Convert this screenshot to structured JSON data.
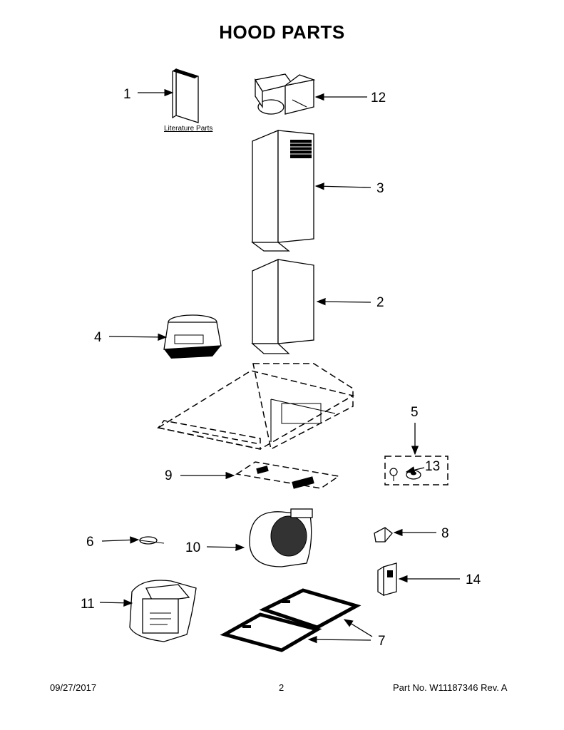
{
  "title": "HOOD PARTS",
  "literature_label": "Literature Parts",
  "callouts": {
    "c1": "1",
    "c2": "2",
    "c3": "3",
    "c4": "4",
    "c5": "5",
    "c6": "6",
    "c7": "7",
    "c8": "8",
    "c9": "9",
    "c10": "10",
    "c11": "11",
    "c12": "12",
    "c13": "13",
    "c14": "14"
  },
  "footer": {
    "date": "09/27/2017",
    "page": "2",
    "part_no": "Part No.  W11187346  Rev.  A"
  }
}
